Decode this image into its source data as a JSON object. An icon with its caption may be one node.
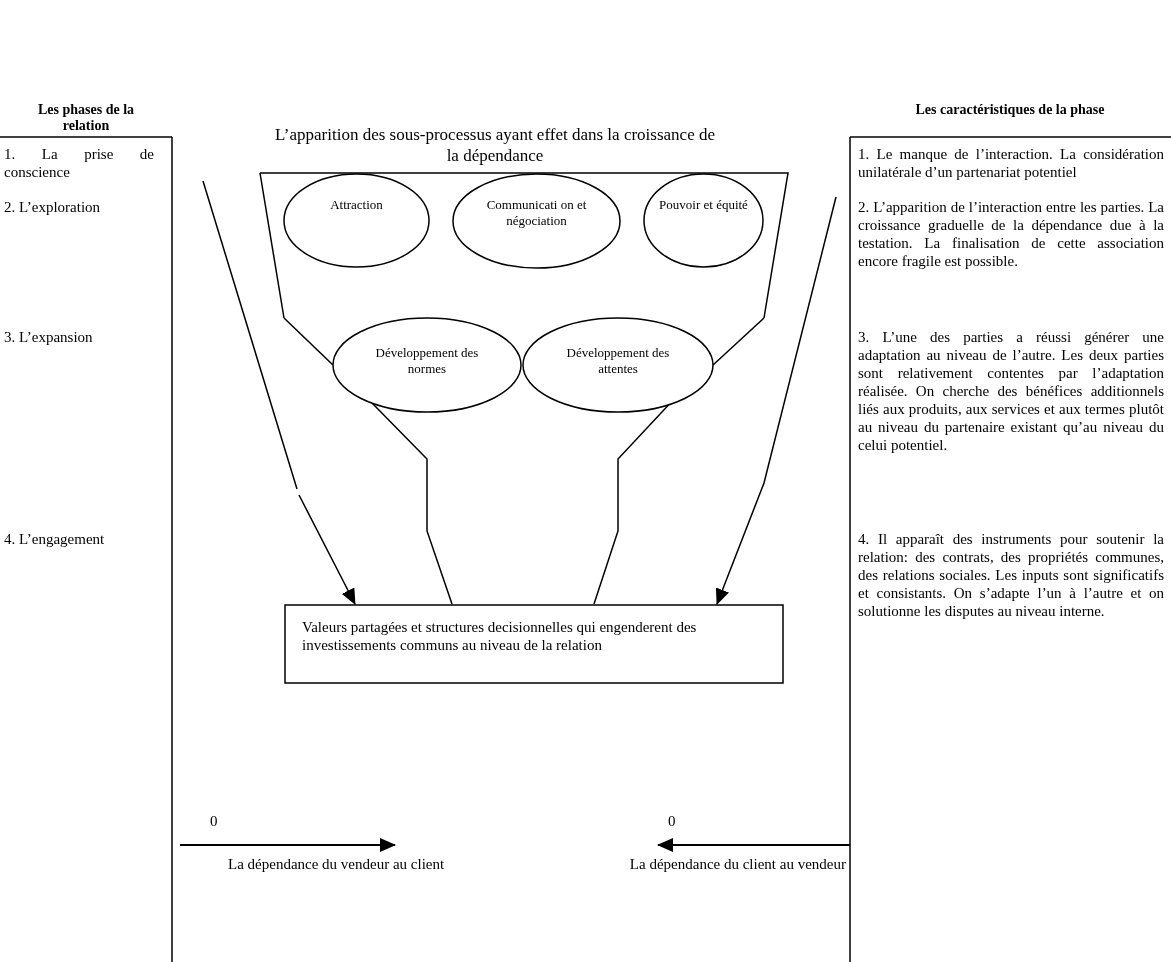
{
  "diagram": {
    "title": "L’apparition des sous-processus ayant effet dans la croissance de la dépendance",
    "nodes": [
      {
        "text": [],
        "shape": "trapezoid"
      },
      {
        "text": [
          "Attraction"
        ],
        "in": 0
      },
      {
        "text": [
          "Communicati on et négociation"
        ],
        "in": 0
      },
      {
        "text": [
          "Pouvoir et équité"
        ],
        "in": 0
      },
      {
        "text": [
          "Développement des normes"
        ]
      },
      {
        "text": [
          "Développement des attentes"
        ]
      },
      {
        "text": [
          "Valeurs partagées et structures decisionnelles qui engenderent des investissements communs au niveau de la relation"
        ]
      }
    ],
    "edges": [
      {
        "from": 0,
        "to": 4,
        "arrow": "none"
      },
      {
        "from": 0,
        "to": 5,
        "arrow": "none"
      },
      {
        "from": 4,
        "to": 6,
        "arrow": "none"
      },
      {
        "from": 5,
        "to": 6,
        "arrow": "none"
      },
      {
        "from": null,
        "to": 6,
        "arrow": "to"
      },
      {
        "from": null,
        "to": 6,
        "arrow": "to"
      }
    ],
    "labels": [
      "Les phases de la relation",
      "Les caractéristiques de la phase",
      "1. La prise de conscience",
      "1. Le manque de l’interaction. La considération unilatérale d’un partenariat potentiel",
      "2. L’exploration",
      "2. L’apparition de l’interaction entre les parties. La croissance graduelle de la dépendance due à la testation. La finalisation de cette association encore fragile est possible.",
      "3. L’expansion",
      "3. L’une des parties a réussi générer une adaptation au niveau de l’autre. Les deux parties sont relativement contentes par l’adaptation réalisée. On cherche des bénéfices additionnels liés aux produits, aux services et aux termes plutôt au niveau du partenaire existant qu’au niveau du celui potentiel.",
      "4. L’engagement",
      "4. Il apparaît des instruments pour soutenir la relation: des contrats, des propriétés communes, des relations sociales. Les inputs sont significatifs et consistants. On s’adapte l’un à l’autre et on solutionne les disputes au niveau interne.",
      "0",
      "0",
      "La dépendance du vendeur au client",
      "La dépendance du client au vendeur"
    ]
  }
}
